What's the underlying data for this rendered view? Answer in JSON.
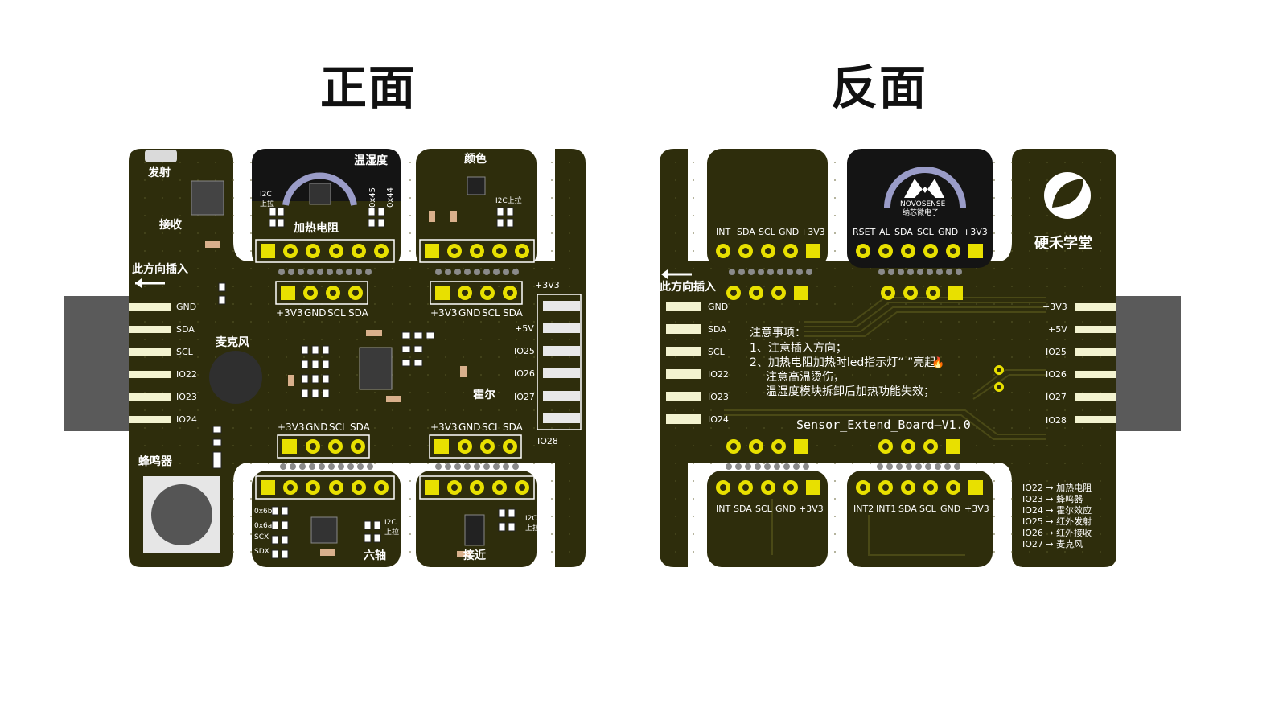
{
  "titles": {
    "front": "正面",
    "back": "反面"
  },
  "front": {
    "labels": {
      "emit": "发射",
      "receive": "接收",
      "insert": "此方向插入",
      "mic": "麦克风",
      "buzzer": "蜂鸣器",
      "hall": "霍尔",
      "temp_humidity": "温湿度",
      "heater": "加热电阻",
      "color": "颜色",
      "i2c_pullup": "I2C上拉",
      "i2c": "I2C",
      "pullup": "上拉",
      "six_axis": "六轴",
      "proximity": "接近",
      "addr_45": "0x45",
      "addr_44": "0x44",
      "addr_6b": "0x6b",
      "addr_6a": "0x6a",
      "scx": "SCX",
      "sdx": "SDX"
    },
    "header_pins": [
      "+3V3",
      "GND",
      "SCL",
      "SDA"
    ],
    "edge_pins": [
      "GND",
      "SDA",
      "SCL",
      "IO22",
      "IO23",
      "IO24"
    ],
    "right_pins": [
      "+3V3",
      "+5V",
      "IO25",
      "IO26",
      "IO27",
      "IO28"
    ]
  },
  "back": {
    "labels": {
      "insert": "此方向插入",
      "brand": "硬禾学堂",
      "logo_line1": "NOVOSENSE",
      "logo_line2": "纳芯微电子",
      "board_name": "Sensor_Extend_Board—V1.0"
    },
    "notes": [
      "注意事项：",
      "1、注意插入方向；",
      "2、加热电阻加热时led指示灯“ ”亮起，",
      "注意高温烫伤，",
      "温湿度模块拆卸后加热功能失效；"
    ],
    "module_top_left_pins": [
      "INT",
      "SDA",
      "SCL",
      "GND",
      "+3V3"
    ],
    "module_top_right_pins": [
      "RSET",
      "AL",
      "SDA",
      "SCL",
      "GND",
      "+3V3"
    ],
    "module_bottom_left_pins": [
      "INT",
      "SDA",
      "SCL",
      "GND",
      "+3V3"
    ],
    "module_bottom_right_pins": [
      "INT2",
      "INT1",
      "SDA",
      "SCL",
      "GND",
      "+3V3"
    ],
    "edge_pins": [
      "GND",
      "SDA",
      "SCL",
      "IO22",
      "IO23",
      "IO24"
    ],
    "right_pins": [
      "+3V3",
      "+5V",
      "IO25",
      "IO26",
      "IO27",
      "IO28"
    ],
    "io_map": [
      "IO22 → 加热电阻",
      "IO23 → 蜂鸣器",
      "IO24 → 霍尔效应",
      "IO25 → 红外发射",
      "IO26 → 红外接收",
      "IO27 → 麦克风"
    ]
  },
  "colors": {
    "pcb": "#2e2d0c",
    "pad": "#e8e000",
    "silk": "#ffffff",
    "dark_module": "#141414",
    "connector": "#5a5a5a",
    "trace": "#3d3c14"
  }
}
